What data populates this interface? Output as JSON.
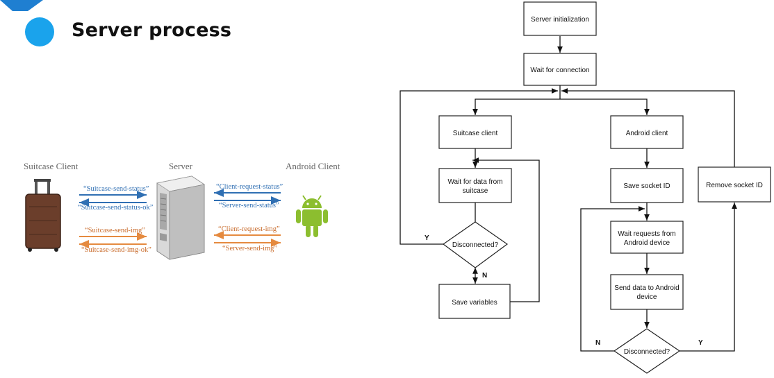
{
  "title": "Server process",
  "colors": {
    "accent": "#1aa3ec",
    "blue_arrow": "#2f6fb3",
    "orange_arrow": "#e58a3f"
  },
  "architecture": {
    "labels": {
      "suitcase_client": "Suitcase Client",
      "server": "Server",
      "android_client": "Android Client"
    },
    "messages": {
      "suitcase_send_status": "“Suitcase-send-status”",
      "suitcase_send_status_ok": "“Suitcase-send-status-ok”",
      "suitcase_send_img": "“Suitcase-send-img”",
      "suitcase_send_img_ok": "“Suitcase-send-img-ok”",
      "client_request_status": "“Client-request-status”",
      "server_send_status": "“Server-send-status”",
      "client_request_img": "“Client-request-img”",
      "server_send_img": "“Server-send-img”"
    },
    "icons": [
      "suitcase-icon",
      "server-tower-icon",
      "android-robot-icon"
    ]
  },
  "flowchart": {
    "server_init": "Server initialization",
    "wait_connection": "Wait for connection",
    "suitcase_client": "Suitcase client",
    "wait_data_1": "Wait for data from",
    "wait_data_2": "suitcase",
    "disconnected_left": "Disconnected?",
    "save_variables": "Save variables",
    "android_client": "Android client",
    "save_socket": "Save socket ID",
    "wait_requests_1": "Wait requests from",
    "wait_requests_2": "Android device",
    "send_data_1": "Send data to Android",
    "send_data_2": "device",
    "disconnected_right": "Disconnected?",
    "remove_socket": "Remove socket ID",
    "yes": "Y",
    "no": "N"
  }
}
